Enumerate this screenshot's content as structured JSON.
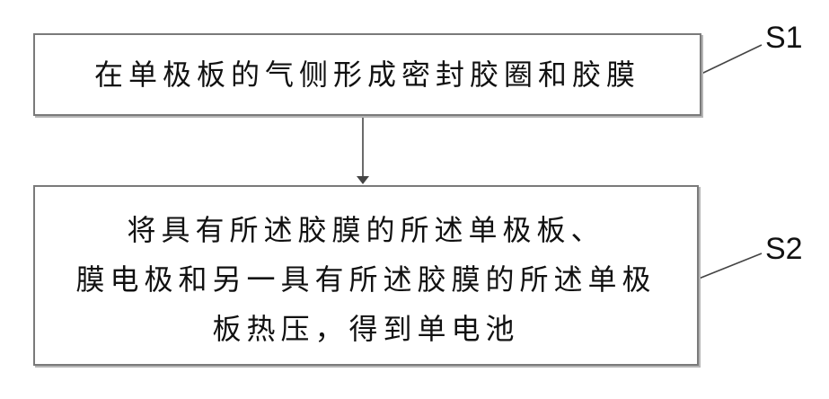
{
  "steps": [
    {
      "label": "S1",
      "lines": [
        "在单极板的气侧形成密封胶圈和胶膜"
      ]
    },
    {
      "label": "S2",
      "lines": [
        "将具有所述胶膜的所述单极板、",
        "膜电极和另一具有所述胶膜的所述单极",
        "板热压，得到单电池"
      ]
    }
  ]
}
